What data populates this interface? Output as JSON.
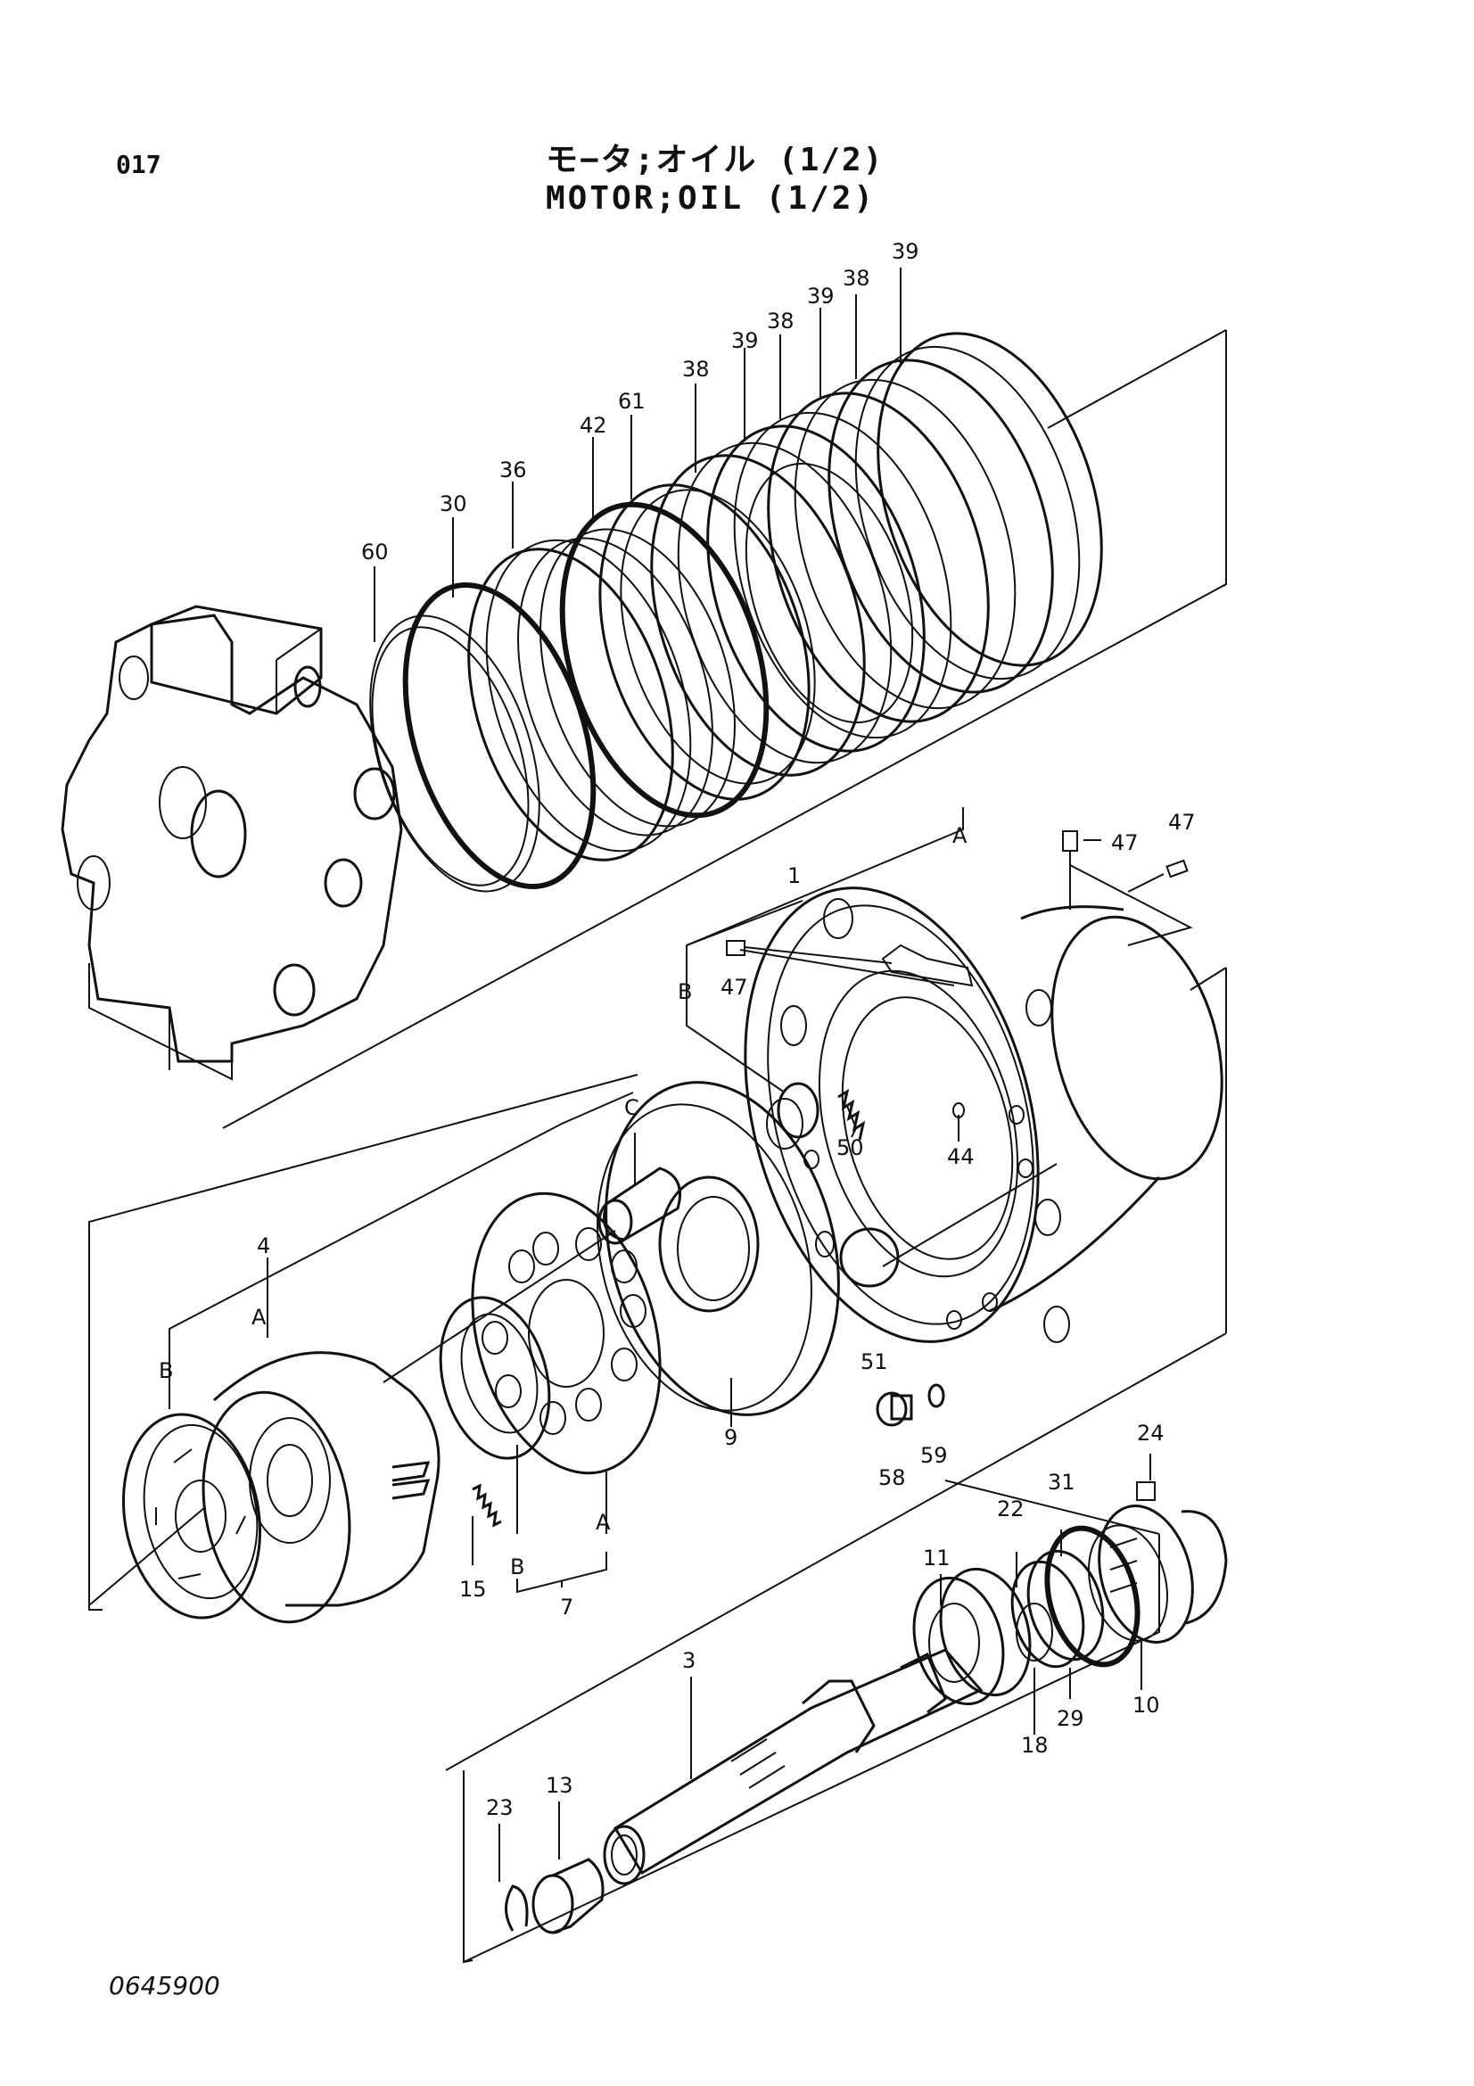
{
  "header": {
    "page_number": "017",
    "title_jp": "モ−タ;オイル (1/2)",
    "title_en": "MOTOR;OIL (1/2)"
  },
  "footer": {
    "document_number": "0645900"
  },
  "callouts": {
    "c39a": "39",
    "c38a": "38",
    "c39b": "39",
    "c38b": "38",
    "c39c": "39",
    "c38c": "38",
    "c61": "61",
    "c42": "42",
    "c36": "36",
    "c30": "30",
    "c60": "60",
    "c1": "1",
    "cA1": "A",
    "c47a": "47",
    "c47b": "47",
    "c47c": "47",
    "cB1": "B",
    "cC": "C",
    "c50": "50",
    "c44": "44",
    "c4": "4",
    "cA2": "A",
    "cB2": "B",
    "c51": "51",
    "c9": "9",
    "c58": "58",
    "c59": "59",
    "c15": "15",
    "cB3": "B",
    "cA3": "A",
    "c7": "7",
    "c24": "24",
    "c31": "31",
    "c22": "22",
    "c11": "11",
    "c10": "10",
    "c29": "29",
    "c18": "18",
    "c3": "3",
    "c13": "13",
    "c23": "23"
  }
}
